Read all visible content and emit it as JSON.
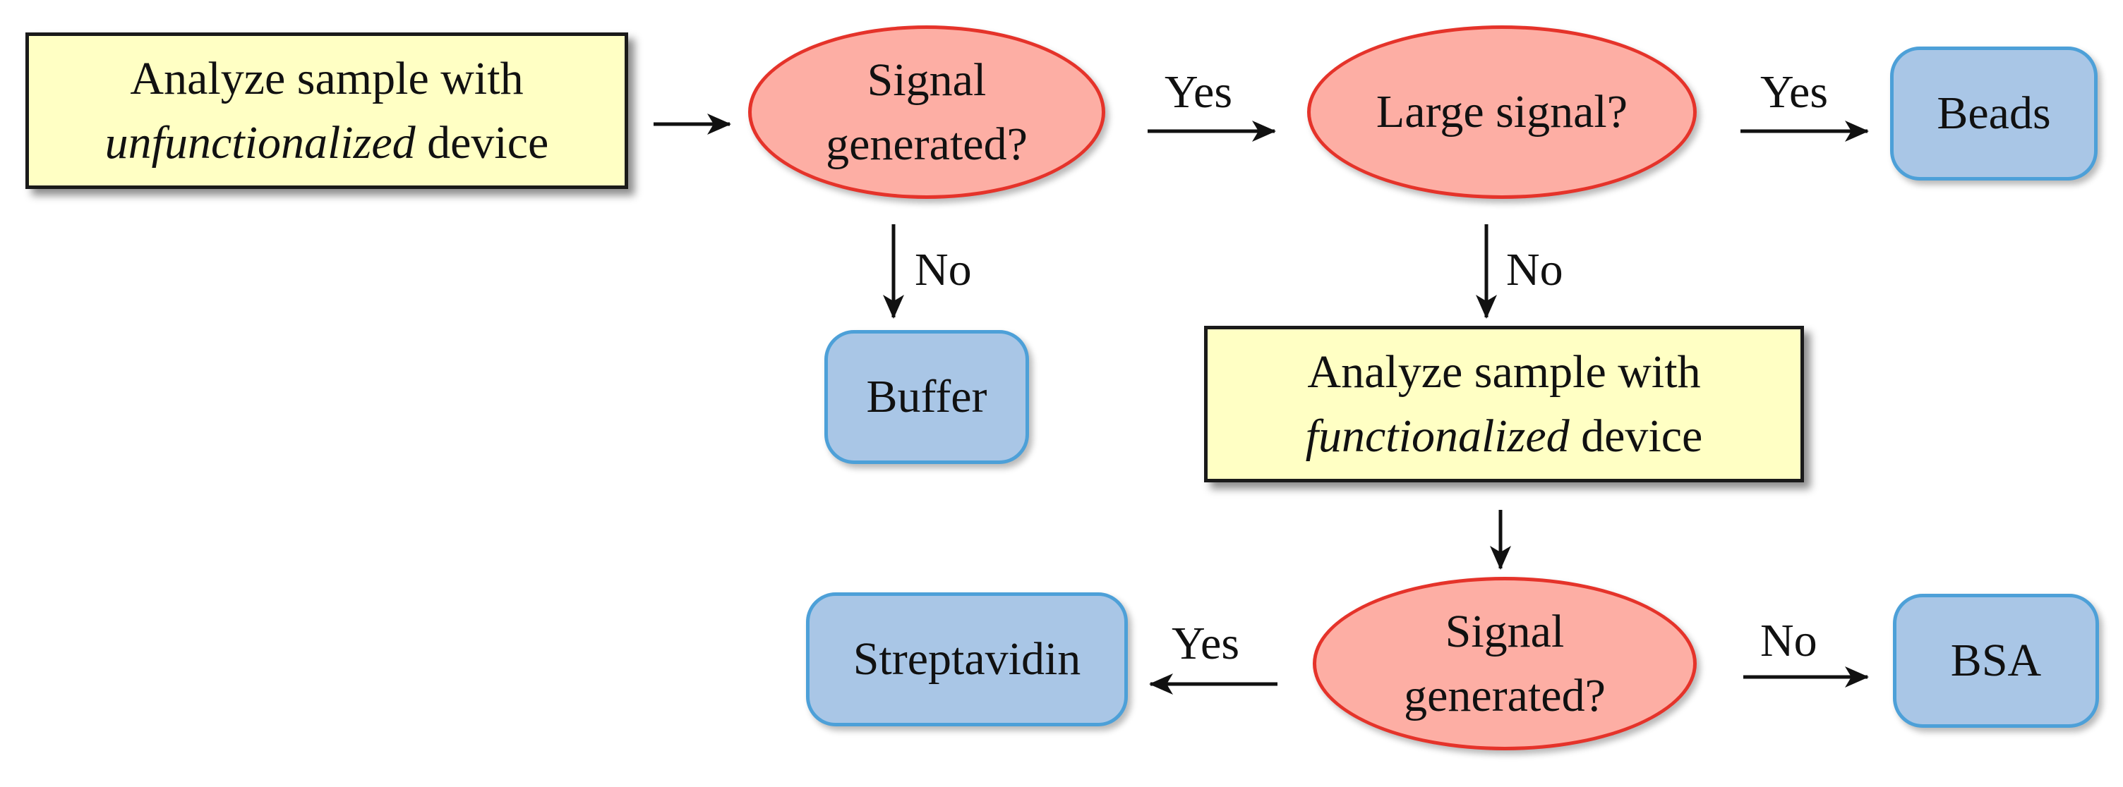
{
  "nodes": {
    "analyze_unfunctionalized": {
      "line1": "Analyze sample with",
      "line2_italic": "unfunctionalized",
      "line2_rest": " device"
    },
    "signal_generated_1": {
      "line1": "Signal",
      "line2": "generated?"
    },
    "large_signal": {
      "text": "Large signal?"
    },
    "beads": {
      "text": "Beads"
    },
    "buffer": {
      "text": "Buffer"
    },
    "analyze_functionalized": {
      "line1": "Analyze sample with",
      "line2_italic": "functionalized",
      "line2_rest": " device"
    },
    "signal_generated_2": {
      "line1": "Signal",
      "line2": "generated?"
    },
    "streptavidin": {
      "text": "Streptavidin"
    },
    "bsa": {
      "text": "BSA"
    }
  },
  "edge_labels": {
    "signal1_to_large": "Yes",
    "large_to_beads": "Yes",
    "signal1_to_buffer": "No",
    "large_to_functionalized": "No",
    "signal2_to_streptavidin": "Yes",
    "signal2_to_bsa": "No"
  },
  "colors": {
    "process_fill": "#ffffc4",
    "process_border": "#1a1a1a",
    "decision_fill": "#fdaea4",
    "decision_border": "#e5332a",
    "terminal_fill": "#a9c6e6",
    "terminal_border": "#4da0d8",
    "arrow": "#111111"
  }
}
